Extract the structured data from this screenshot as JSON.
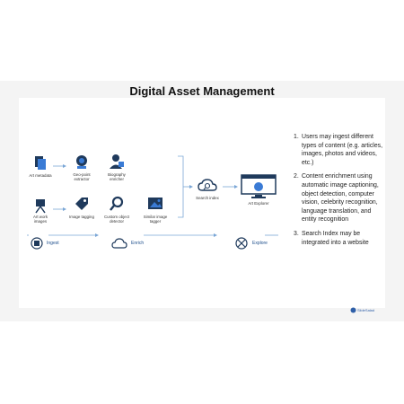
{
  "title": "Digital Asset Management",
  "colors": {
    "accent": "#1e4f8c",
    "icon_dark": "#1f3a5c",
    "icon_light": "#3a7bd5",
    "line": "#7aa6d6"
  },
  "nodes": {
    "art_metadata": "Art metadata",
    "art_work_images": "Art work images",
    "geo_point_extractor": "Geo-point extractor",
    "biography_enricher": "Biography enricher",
    "image_tagging": "Image tagging",
    "custom_object_detector": "Custom object detector",
    "similar_image_tagger": "Similar image tagger",
    "search_index": "Search index",
    "art_explorer": "Art Explorer"
  },
  "stages": {
    "ingest": "Ingest",
    "enrich": "Enrich",
    "explore": "Explore"
  },
  "notes": [
    {
      "num": "1.",
      "text": "Users may ingest different types of content (e.g. articles, images, photos and videos, etc.)"
    },
    {
      "num": "2.",
      "text": "Content enrichment using automatic image captioning, object detection, computer vision, celebrity recognition, language translation, and entity recognition"
    },
    {
      "num": "3.",
      "text": "Search Index may be integrated into a website"
    }
  ],
  "logo_text": "SlideSalad"
}
